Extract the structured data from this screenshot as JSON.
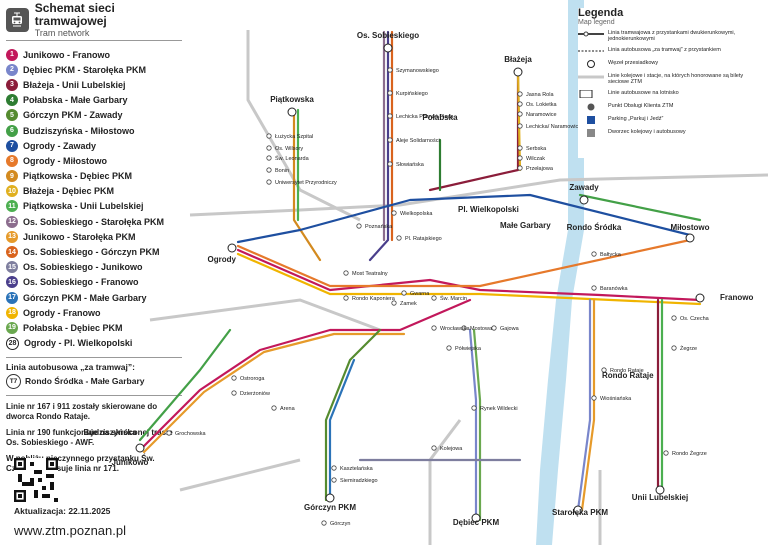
{
  "header": {
    "title": "Schemat sieci tramwajowej",
    "subtitle": "Tram network"
  },
  "lines": [
    {
      "num": "1",
      "name": "Junikowo - Franowo",
      "color": "#c2185b"
    },
    {
      "num": "2",
      "name": "Dębiec PKM - Starołęka PKM",
      "color": "#7986cb"
    },
    {
      "num": "3",
      "name": "Błażeja - Unii Lubelskiej",
      "color": "#8b1d3a"
    },
    {
      "num": "4",
      "name": "Połabska - Małe Garbary",
      "color": "#2e7d32"
    },
    {
      "num": "5",
      "name": "Górczyn PKM - Zawady",
      "color": "#558b2f"
    },
    {
      "num": "6",
      "name": "Budziszyńska - Miłostowo",
      "color": "#43a047"
    },
    {
      "num": "7",
      "name": "Ogrody - Zawady",
      "color": "#1e4fa0"
    },
    {
      "num": "8",
      "name": "Ogrody - Miłostowo",
      "color": "#e6792b"
    },
    {
      "num": "9",
      "name": "Piątkowska - Dębiec PKM",
      "color": "#d38a1f"
    },
    {
      "num": "10",
      "name": "Błażeja - Dębiec PKM",
      "color": "#e0b020"
    },
    {
      "num": "11",
      "name": "Piątkowska - Unii Lubelskiej",
      "color": "#4caf50"
    },
    {
      "num": "12",
      "name": "Os. Sobieskiego - Starołęka PKM",
      "color": "#8c6d8e"
    },
    {
      "num": "13",
      "name": "Junikowo - Starołęka PKM",
      "color": "#e69a2a"
    },
    {
      "num": "14",
      "name": "Os. Sobieskiego - Górczyn PKM",
      "color": "#d9631d"
    },
    {
      "num": "15",
      "name": "Os. Sobieskiego - Junikowo",
      "color": "#7e7e9e"
    },
    {
      "num": "16",
      "name": "Os. Sobieskiego - Franowo",
      "color": "#4a3f8c"
    },
    {
      "num": "17",
      "name": "Górczyn PKM - Małe Garbary",
      "color": "#2b73b8"
    },
    {
      "num": "18",
      "name": "Ogrody - Franowo",
      "color": "#f0b400"
    },
    {
      "num": "19",
      "name": "Połabska - Dębiec PKM",
      "color": "#6aa84f"
    },
    {
      "num": "28",
      "name": "Ogrody - Pl. Wielkopolski",
      "color": "#ffffff"
    }
  ],
  "bus_line": {
    "label": "Linia autobusowa „za tramwaj”:",
    "num": "T7",
    "name": "Rondo Śródka - Małe Garbary"
  },
  "notes": [
    "Linie nr 167 i 911 zostały skierowane do dworca Rondo Rataje.",
    "Linia nr 190 funkcjonuje na skróconej trasie Os. Sobieskiego - AWF.",
    "W pobliżu nieczynnego przystanku Św. Czesława kursuje linia nr 171."
  ],
  "update": "Aktualizacja: 22.11.2025",
  "url": "www.ztm.poznan.pl",
  "legend": {
    "title": "Legenda",
    "subtitle": "Map legend",
    "items": [
      "Linia tramwajowa z przystankami dwukierunkowymi, jednokierunkowymi",
      "Linia autobusowa „za tramwaj” z przystankiem",
      "Węzeł przesiadkowy",
      "Linie kolejowe i stacje, na których honorowane są bilety sieciowe ZTM",
      "Linie autobusowe na lotnisko",
      "Punkt Obsługi Klienta ZTM",
      "Parking „Parkuj i Jedź”",
      "Dworzec kolejowy i autobusowy"
    ]
  },
  "map": {
    "terminals": [
      "Os. Sobieskiego",
      "Piątkowska",
      "Błażeja",
      "Połabska",
      "Ogrody",
      "Pl. Wielkopolski",
      "Małe Garbary",
      "Zawady",
      "Rondo Śródka",
      "Miłostowo",
      "Franowo",
      "Budziszyńska",
      "Junikowo",
      "Górczyn PKM",
      "Dębiec PKM",
      "Starołęka PKM",
      "Unii Lubelskiej",
      "Rondo Rataje"
    ],
    "stops": [
      "Szymanowskiego",
      "Kurpińskiego",
      "Lechicka Poznań Plaza",
      "Aleje Solidarności",
      "Słowiańska",
      "Łużycka Szpital",
      "Os. Wilsory",
      "Św. Leonarda",
      "Bonin",
      "Uniwersytet Przyrodniczy",
      "Jasna Rola",
      "Os. Lokietka",
      "Naramowice",
      "Lechicka/ Naramowicka",
      "Serbska",
      "Wilczak",
      "Przełajowa",
      "Wielkopolska",
      "Poznańska",
      "Pl. Ratajskiego",
      "Most Teatralny",
      "Rondo Kaponiera",
      "Zamek",
      "Gwarna",
      "Św. Marcin",
      "Półwiejska",
      "Wrocławska",
      "Mostowa",
      "Gajowa",
      "Kolejowa",
      "Rynek Wildecki",
      "Bałtycka",
      "Baranówka",
      "Rondo Rataje",
      "Wiośniańska",
      "Os. Czecha",
      "Żegrze",
      "Rondo Żegrze",
      "Arena",
      "Ostroroga",
      "Dzierżoniów",
      "Grochowska",
      "Górczyn",
      "Kasztelańska",
      "Siemiradzkiego"
    ]
  },
  "colors": {
    "river": "#bfe0f0",
    "rail": "#bdbdbd",
    "bus": "#666666"
  }
}
